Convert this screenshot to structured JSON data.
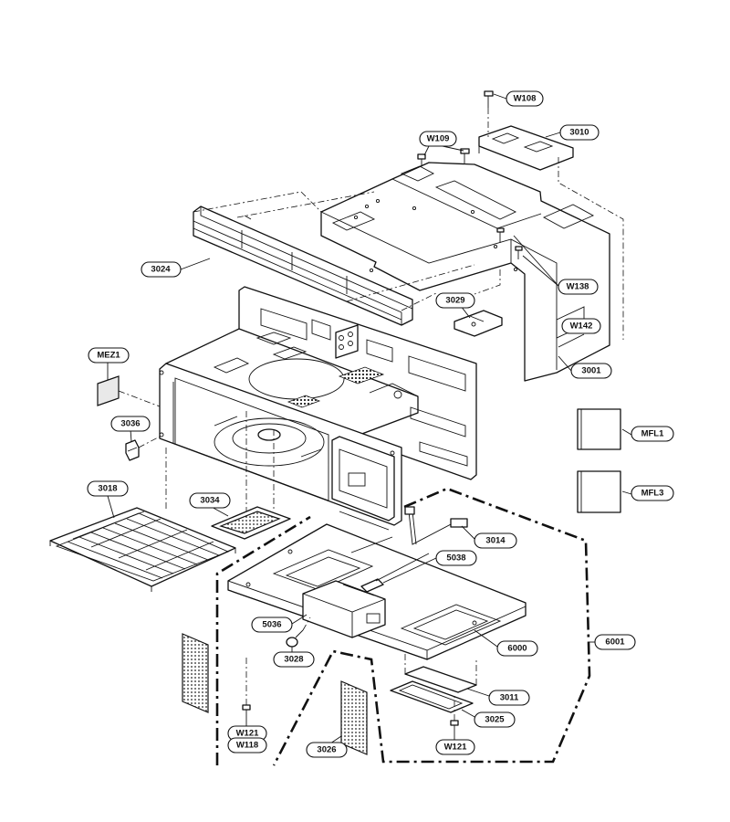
{
  "labels": {
    "w108": "W108",
    "w109": "W109",
    "p3010": "3010",
    "p3024": "3024",
    "w138": "W138",
    "p3029": "3029",
    "w142": "W142",
    "p3001": "3001",
    "mez1": "MEZ1",
    "p3036": "3036",
    "mfl1": "MFL1",
    "mfl3": "MFL3",
    "p3018": "3018",
    "p3034": "3034",
    "p3014": "3014",
    "p5038": "5038",
    "p5036": "5036",
    "p6000": "6000",
    "p6001": "6001",
    "p3028": "3028",
    "p3011": "3011",
    "p3025": "3025",
    "w121_left": "W121",
    "w118": "W118",
    "p3026": "3026",
    "w121_right": "W121"
  }
}
